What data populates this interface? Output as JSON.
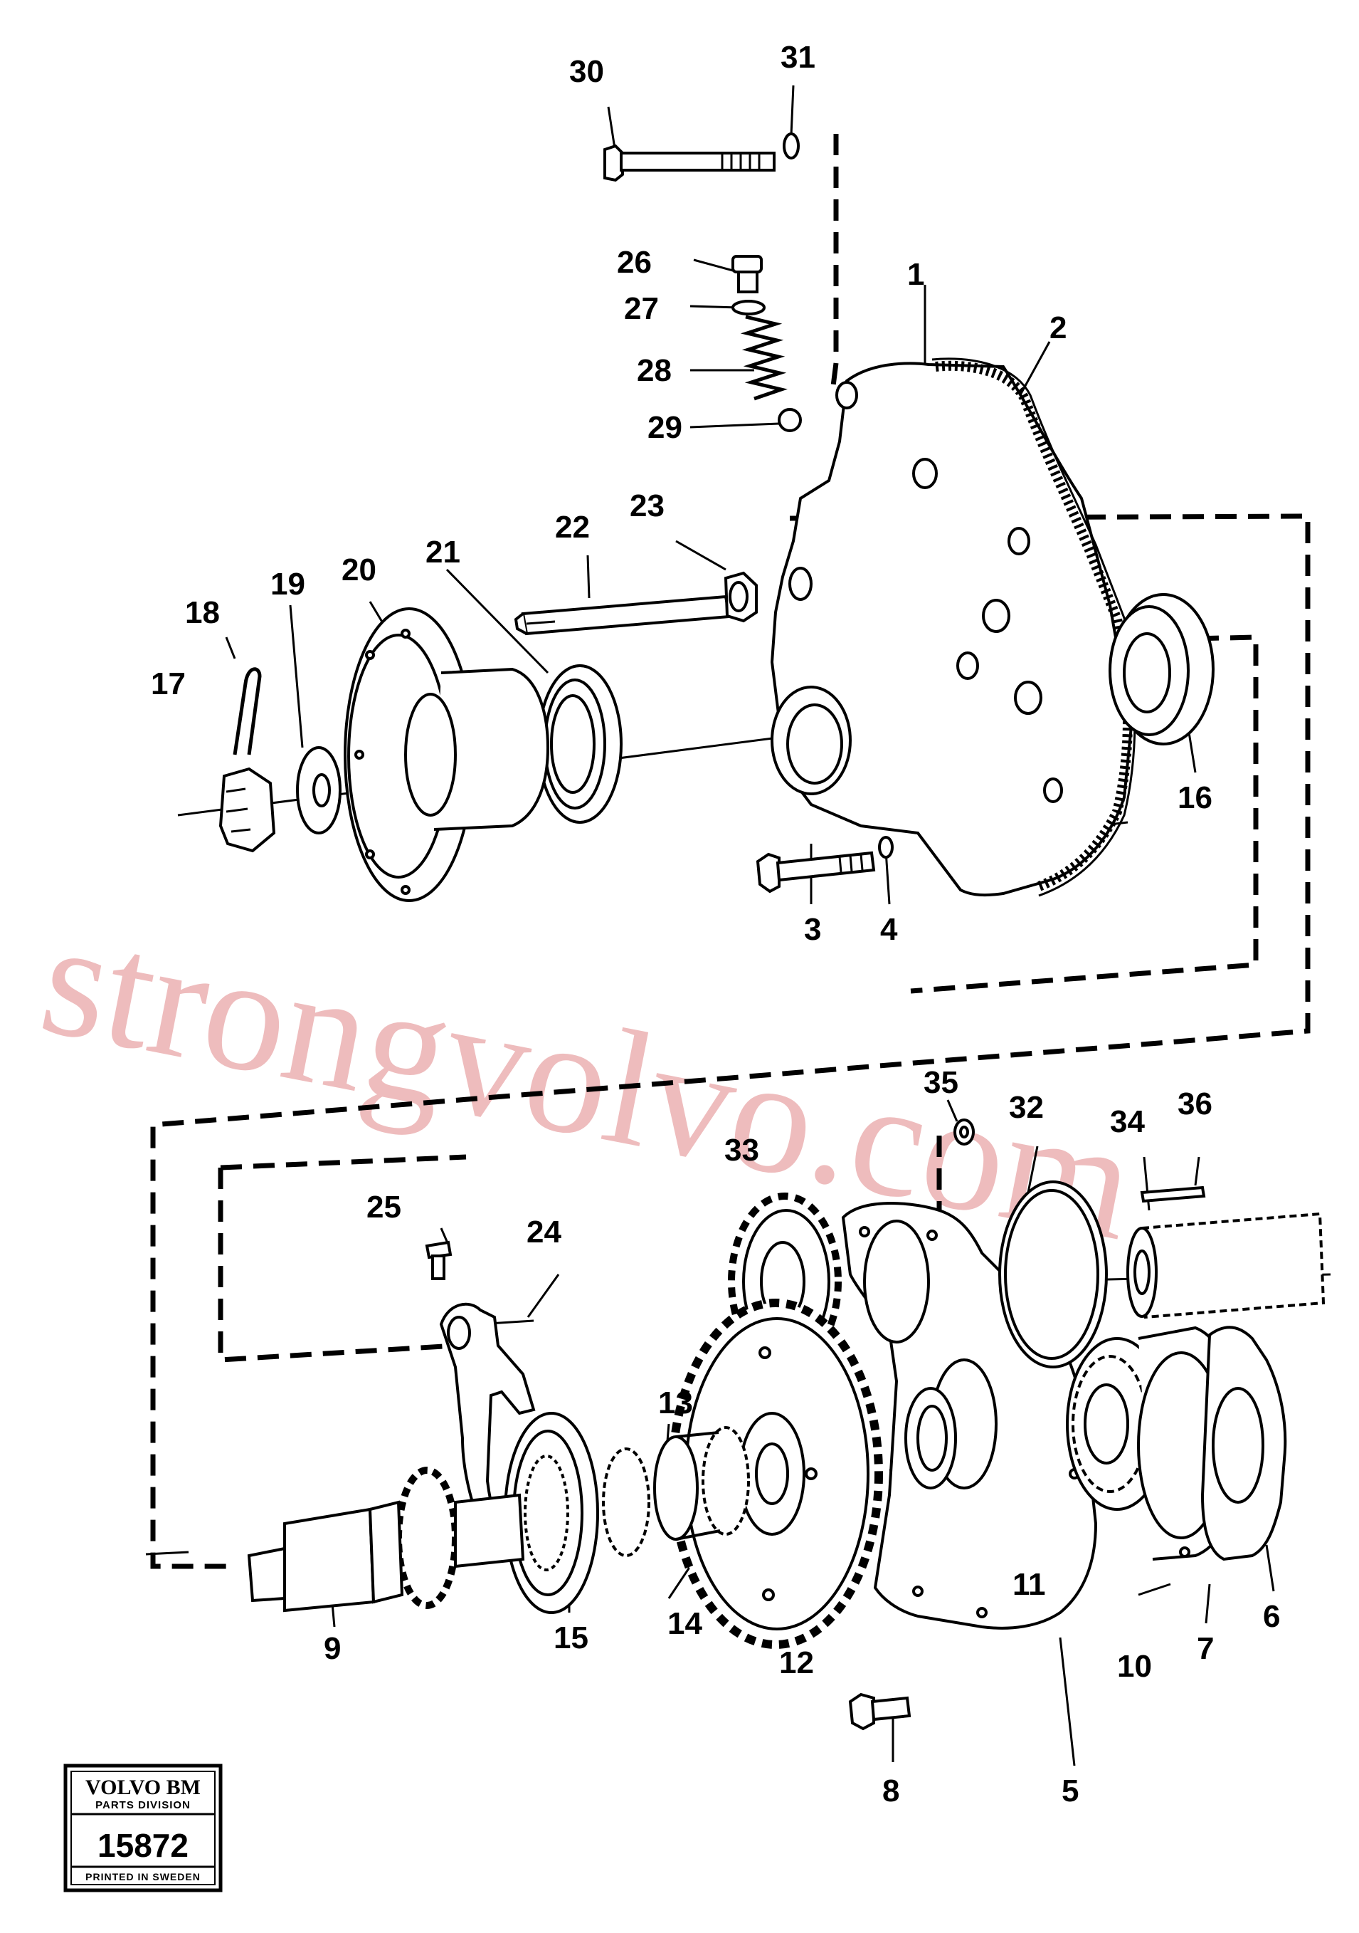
{
  "watermark": "strongvolvo.com",
  "stamp": {
    "brand": "VOLVO BM",
    "division": "PARTS DIVISION",
    "number": "15872",
    "printed": "PRINTED IN SWEDEN"
  },
  "callouts": [
    "1",
    "2",
    "3",
    "4",
    "5",
    "6",
    "7",
    "8",
    "9",
    "10",
    "11",
    "12",
    "13",
    "14",
    "15",
    "16",
    "17",
    "18",
    "19",
    "20",
    "21",
    "22",
    "23",
    "24",
    "25",
    "26",
    "27",
    "28",
    "29",
    "30",
    "31",
    "32",
    "33",
    "34",
    "35",
    "36"
  ]
}
